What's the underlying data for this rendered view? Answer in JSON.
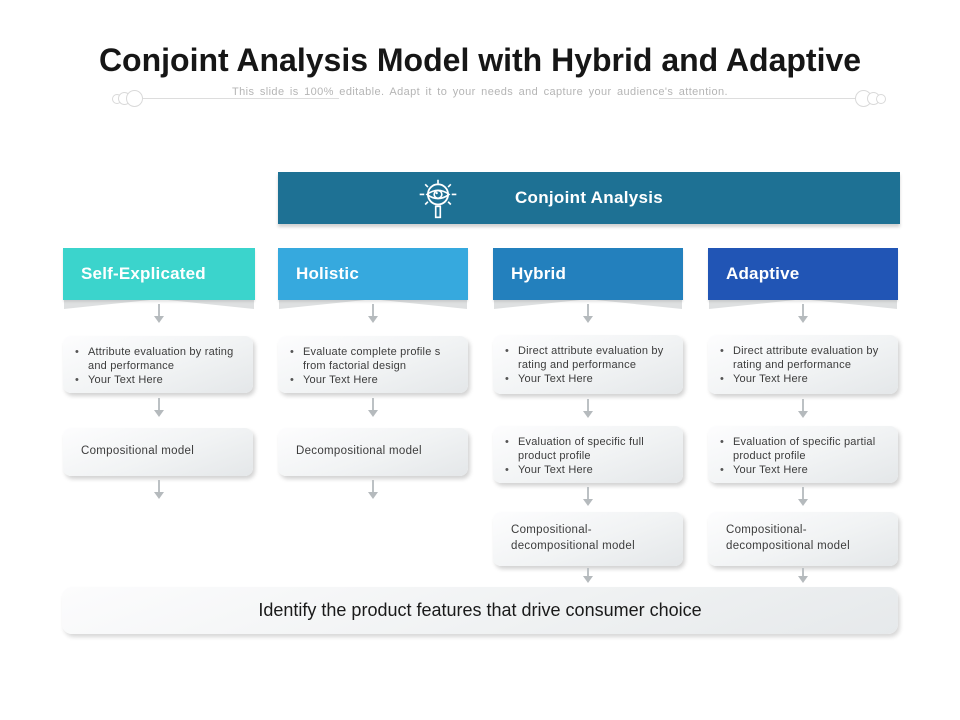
{
  "slide": {
    "title": "Conjoint Analysis Model with Hybrid and Adaptive",
    "subtitle": "This slide is 100% editable. Adapt it to your needs and capture your audience's attention."
  },
  "banner": {
    "label": "Conjoint Analysis",
    "icon": "eye-magnifier-icon",
    "color": "#1E7194"
  },
  "columns": [
    {
      "label": "Self-Explicated",
      "color": "#3BD4CC",
      "boxes": [
        {
          "type": "bullets",
          "items": [
            "Attribute evaluation by rating and performance",
            "Your Text Here"
          ]
        },
        {
          "type": "plain",
          "text": "Compositional model"
        }
      ]
    },
    {
      "label": "Holistic",
      "color": "#36A9DE",
      "boxes": [
        {
          "type": "bullets",
          "items": [
            "Evaluate complete profile s from factorial design",
            "Your Text Here"
          ]
        },
        {
          "type": "plain",
          "text": "Decompositional model"
        }
      ]
    },
    {
      "label": "Hybrid",
      "color": "#2380BD",
      "boxes": [
        {
          "type": "bullets",
          "items": [
            "Direct attribute evaluation by rating and performance",
            "Your Text Here"
          ]
        },
        {
          "type": "bullets",
          "items": [
            "Evaluation of specific full product profile",
            "Your Text Here"
          ]
        },
        {
          "type": "plain",
          "text": "Compositional- decompositional model"
        }
      ]
    },
    {
      "label": "Adaptive",
      "color": "#2155B5",
      "boxes": [
        {
          "type": "bullets",
          "items": [
            "Direct attribute evaluation by rating and performance",
            "Your Text Here"
          ]
        },
        {
          "type": "bullets",
          "items": [
            "Evaluation of specific partial product profile",
            "Your Text Here"
          ]
        },
        {
          "type": "plain",
          "text": "Compositional- decompositional model"
        }
      ]
    }
  ],
  "footer": {
    "label": "Identify the product features that drive consumer choice"
  }
}
